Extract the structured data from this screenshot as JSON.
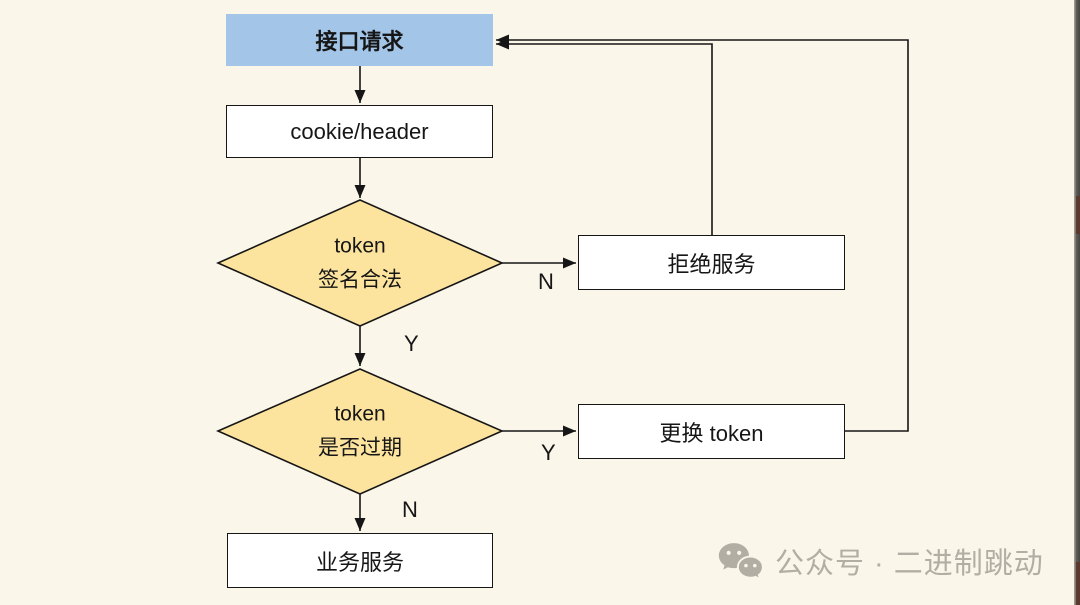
{
  "flowchart": {
    "nodes": {
      "api_request": "接口请求",
      "cookie_header": "cookie/header",
      "reject_service": "拒绝服务",
      "replace_token": "更换 token",
      "business_service": "业务服务"
    },
    "decisions": {
      "token_signature": "token\n签名合法",
      "token_expired": "token\n是否过期"
    },
    "edge_labels": {
      "signature_no": "N",
      "signature_yes": "Y",
      "expired_yes": "Y",
      "expired_no": "N"
    }
  },
  "watermark": {
    "icon": "wechat-icon",
    "text": "公众号 · 二进制跳动"
  },
  "colors": {
    "background": "#fbf6ea",
    "request_node_fill": "#a2c5e8",
    "decision_fill": "#fce49f",
    "process_node_fill": "#ffffff",
    "line": "#161616",
    "watermark_gray": "#b2aea4"
  }
}
